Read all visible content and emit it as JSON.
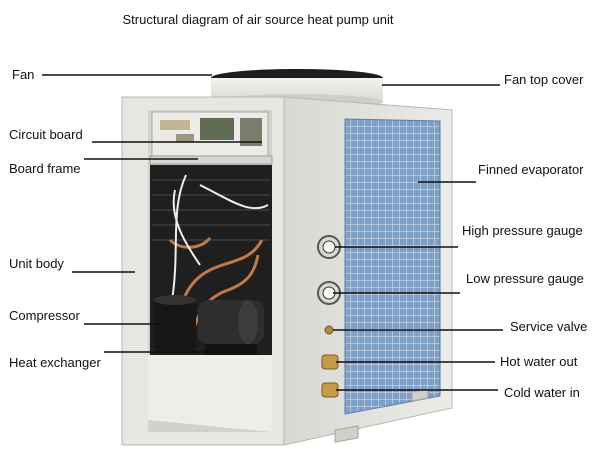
{
  "title": "Structural diagram of air source heat pump unit",
  "labels": {
    "fan": "Fan",
    "circuit_board": "Circuit board",
    "board_frame": "Board frame",
    "unit_body": "Unit body",
    "compressor": "Compressor",
    "heat_exchanger": "Heat exchanger",
    "fan_top_cover": "Fan top cover",
    "finned_evaporator": "Finned evaporator",
    "high_pressure_gauge": "High pressure gauge",
    "low_pressure_gauge": "Low pressure gauge",
    "service_valve": "Service valve",
    "hot_water_out": "Hot water out",
    "cold_water_in": "Cold water in"
  },
  "colors": {
    "cabinet": "#e4e4e0",
    "cabinet_shadow": "#c9c9c4",
    "fins": "#6f93bd",
    "interior": "#2a2a2a",
    "leader_line": "#111111"
  }
}
